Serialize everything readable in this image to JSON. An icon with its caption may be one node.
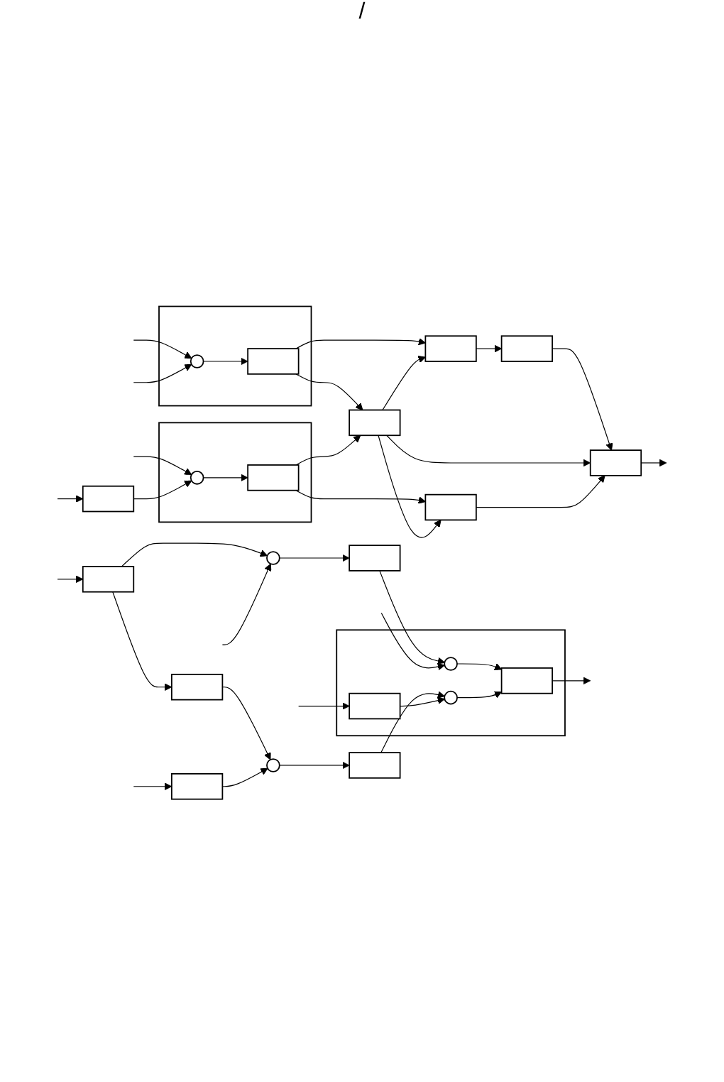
{
  "diagram": {
    "nodes": [
      {
        "text": [],
        "shape": "box"
      },
      {
        "text": [],
        "shape": "circle"
      },
      {
        "text": [],
        "shape": "box"
      },
      {
        "text": [],
        "shape": "box"
      },
      {
        "text": [],
        "shape": "circle"
      },
      {
        "text": [],
        "shape": "box"
      },
      {
        "text": [],
        "shape": "box"
      },
      {
        "text": [],
        "shape": "box"
      },
      {
        "text": [],
        "shape": "circle",
        "in": 7
      },
      {
        "text": [],
        "shape": "box",
        "in": 7
      },
      {
        "text": [],
        "shape": "circle",
        "in": 7
      },
      {
        "text": [],
        "shape": "box",
        "in": 7
      },
      {
        "text": [],
        "shape": "box"
      },
      {
        "text": [],
        "shape": "circle",
        "in": 12
      },
      {
        "text": [],
        "shape": "box",
        "in": 12
      },
      {
        "text": [],
        "shape": "box"
      },
      {
        "text": [],
        "shape": "box"
      },
      {
        "text": [],
        "shape": "circle",
        "in": 16
      },
      {
        "text": [],
        "shape": "box",
        "in": 16
      },
      {
        "text": [],
        "shape": "box"
      },
      {
        "text": [],
        "shape": "box"
      },
      {
        "text": [],
        "shape": "box"
      },
      {
        "text": [],
        "shape": "box"
      },
      {
        "text": [],
        "shape": "box"
      }
    ],
    "edges": [
      {
        "from": null,
        "to": 0,
        "arrow": "to"
      },
      {
        "from": 0,
        "to": 1,
        "arrow": "to"
      },
      {
        "from": 0,
        "to": 3,
        "arrow": "to"
      },
      {
        "from": 3,
        "to": 4,
        "arrow": "to"
      },
      {
        "from": null,
        "to": 1,
        "arrow": "to"
      },
      {
        "from": null,
        "to": 2,
        "arrow": "to"
      },
      {
        "from": 2,
        "to": 4,
        "arrow": "to"
      },
      {
        "from": 1,
        "to": 5,
        "arrow": "to"
      },
      {
        "from": 4,
        "to": 6,
        "arrow": "to"
      },
      {
        "from": 5,
        "to": 8,
        "arrow": "to"
      },
      {
        "from": 6,
        "to": 10,
        "arrow": "to"
      },
      {
        "from": null,
        "to": 8,
        "arrow": "to"
      },
      {
        "from": null,
        "to": 9,
        "arrow": "to"
      },
      {
        "from": 9,
        "to": 10,
        "arrow": "to"
      },
      {
        "from": 8,
        "to": 11,
        "arrow": "to"
      },
      {
        "from": 10,
        "to": 11,
        "arrow": "to"
      },
      {
        "from": 11,
        "to": null,
        "arrow": "to"
      },
      {
        "from": null,
        "to": 13,
        "arrow": "to"
      },
      {
        "from": null,
        "to": 17,
        "arrow": "to"
      },
      {
        "from": null,
        "to": 13,
        "arrow": "to"
      },
      {
        "from": null,
        "to": 15,
        "arrow": "to"
      },
      {
        "from": 15,
        "to": 17,
        "arrow": "to"
      },
      {
        "from": 13,
        "to": 14,
        "arrow": "to"
      },
      {
        "from": 17,
        "to": 18,
        "arrow": "to"
      },
      {
        "from": 14,
        "to": 20,
        "arrow": "to"
      },
      {
        "from": 14,
        "to": 19,
        "arrow": "to"
      },
      {
        "from": 18,
        "to": 22,
        "arrow": "to"
      },
      {
        "from": 18,
        "to": 19,
        "arrow": "to"
      },
      {
        "from": 20,
        "to": 21,
        "arrow": "to"
      },
      {
        "from": 21,
        "to": 23,
        "arrow": "to"
      },
      {
        "from": 19,
        "to": 23,
        "arrow": "to"
      },
      {
        "from": 19,
        "to": 20,
        "arrow": "to"
      },
      {
        "from": 19,
        "to": 22,
        "arrow": "to"
      },
      {
        "from": 22,
        "to": 23,
        "arrow": "to"
      },
      {
        "from": 23,
        "to": null,
        "arrow": "to"
      }
    ],
    "labels": [
      "/"
    ]
  }
}
